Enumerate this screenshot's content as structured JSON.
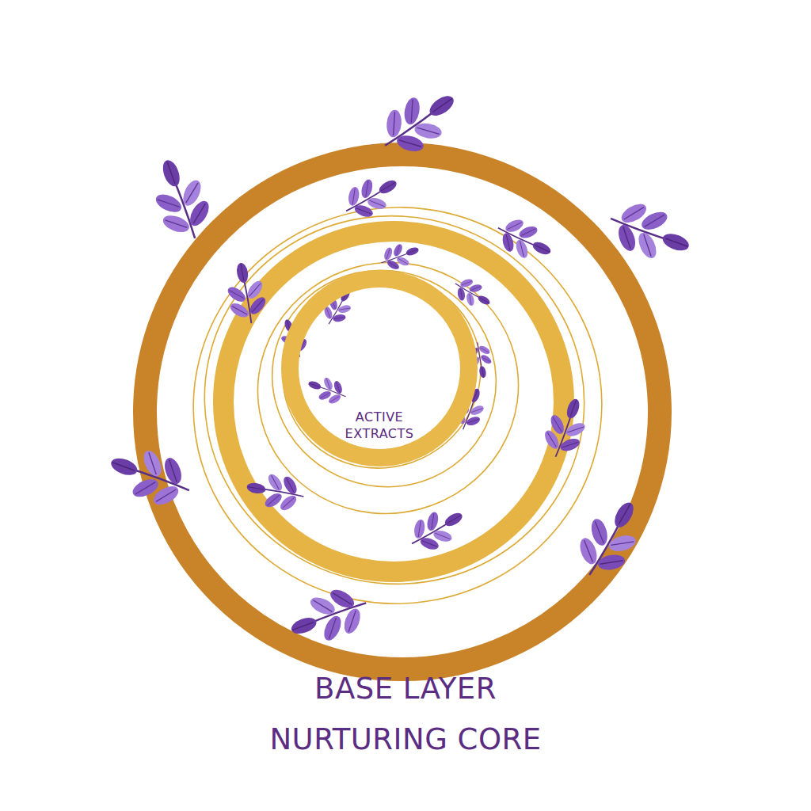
{
  "diagram": {
    "nodes": [
      {
        "text": [
          "ACTIVE EXTRACTS"
        ]
      }
    ],
    "labels": [
      "BASE LAYER",
      "NURTURING CORE"
    ]
  }
}
